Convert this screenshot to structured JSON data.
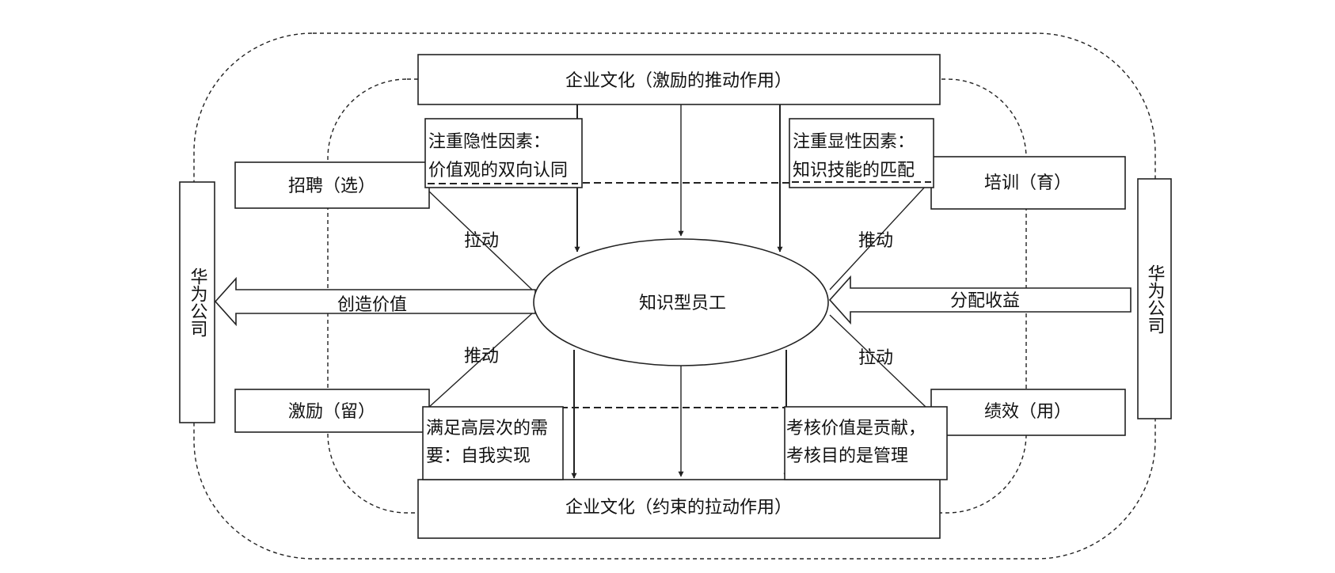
{
  "diagram": {
    "culture_top": "企业文化（激励的推动作用）",
    "culture_bottom": "企业文化（约束的拉动作用）",
    "center": "知识型员工",
    "recruit": "招聘（选）",
    "train": "培训（育）",
    "motivate": "激励（留）",
    "performance": "绩效（用）",
    "huawei_left": "华为公司",
    "huawei_right": "华为公司",
    "note_implicit_l1": "注重隐性因素：",
    "note_implicit_l2": "价值观的双向认同",
    "note_explicit_l1": "注重显性因素：",
    "note_explicit_l2": "知识技能的匹配",
    "note_needs_l1": "满足高层次的需",
    "note_needs_l2": "要：自我实现",
    "note_assess_l1": "考核价值是贡献，",
    "note_assess_l2": "考核目的是管理",
    "pull_upper_left": "拉动",
    "push_upper_right": "推动",
    "push_lower_left": "推动",
    "pull_lower_right": "拉动",
    "create_value": "创造价值",
    "distribute_income": "分配收益"
  }
}
